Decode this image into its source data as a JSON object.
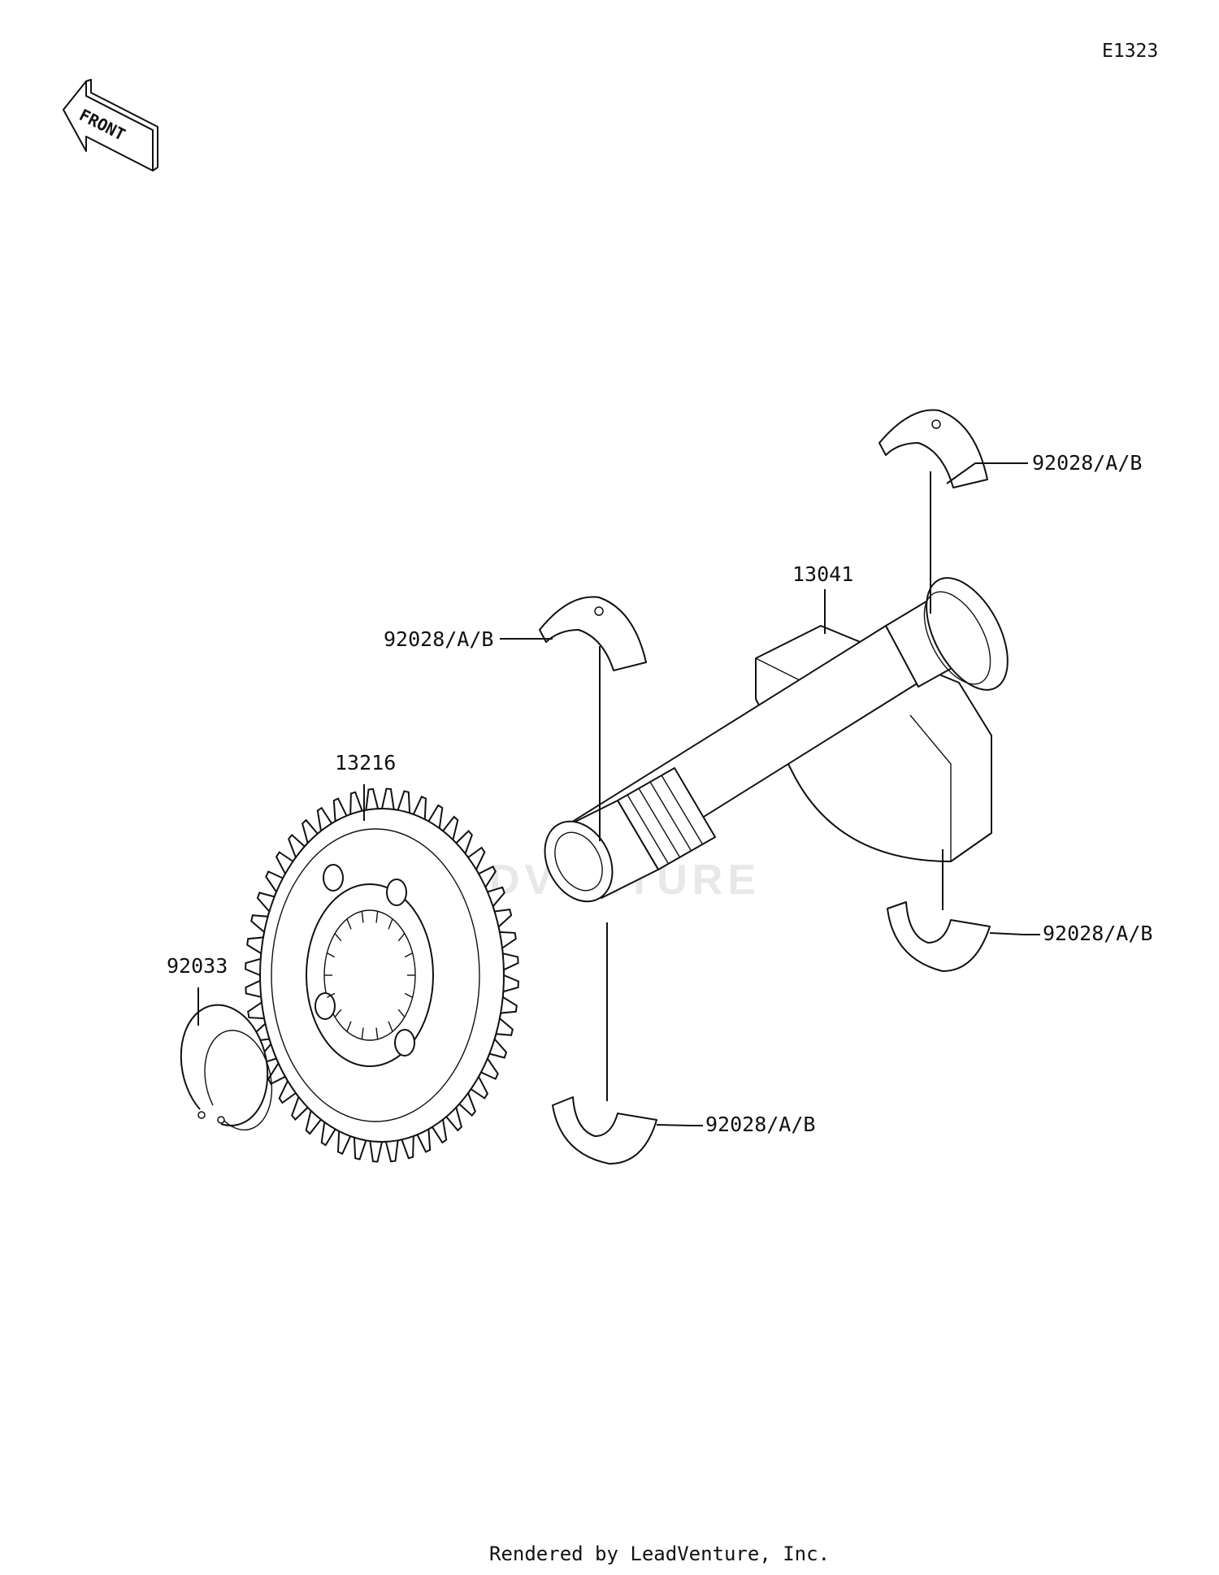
{
  "diagram": {
    "code": "E1323",
    "front_arrow_text": "FRONT",
    "watermark": "LEADVENTURE",
    "footer": "Rendered by LeadVenture, Inc.",
    "callouts": {
      "bearing_top_right": "92028/A/B",
      "bearing_left": "92028/A/B",
      "balancer_shaft": "13041",
      "bearing_right": "92028/A/B",
      "gear": "13216",
      "circlip": "92033",
      "bearing_bottom": "92028/A/B"
    }
  }
}
